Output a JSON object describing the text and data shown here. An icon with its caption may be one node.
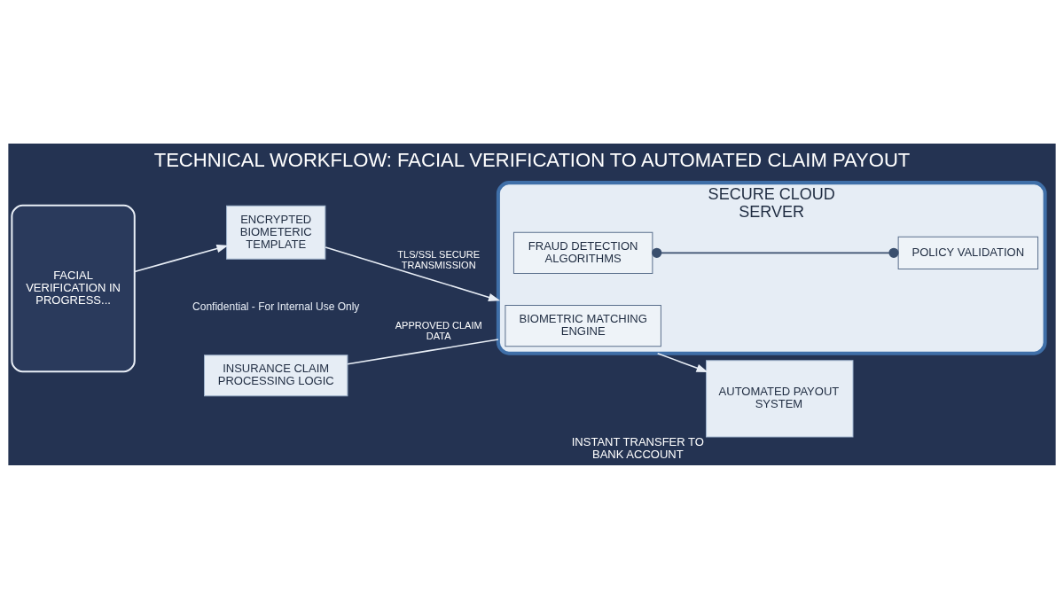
{
  "diagram": {
    "title": "TECHNICAL WORKFLOW: FACIAL VERIFICATION TO AUTOMATED CLAIM PAYOUT",
    "nodes": [
      {
        "text": [
          "FACIAL VERIFICATION IN PROGRESS..."
        ]
      },
      {
        "text": [
          "ENCRYPTED BIOMETERIC TEMPLATE"
        ]
      },
      {
        "text": [
          "SECURE CLOUD SERVER"
        ]
      },
      {
        "text": [
          "BIOMETRIC MATCHING ENGINE"
        ],
        "in": 2
      },
      {
        "text": [
          "FRAUD DETECTION ALGORITHMS"
        ],
        "in": 2
      },
      {
        "text": [
          "POLICY VALIDATION"
        ],
        "in": 2
      },
      {
        "text": [
          "INSURANCE CLAIM PROCESSING LOGIC"
        ]
      },
      {
        "text": [
          "AUTOMATED PAYOUT SYSTEM"
        ],
        "beside": [
          "INSTANT TRANSFER TO BANK ACCOUNT"
        ]
      }
    ],
    "edges": [
      {
        "from": 0,
        "to": 1,
        "arrow": "to"
      },
      {
        "from": 1,
        "to": 2,
        "arrow": "to",
        "label": "TLS/SSL SECURE TRANSMISSION"
      },
      {
        "from": 4,
        "to": 5,
        "arrow": "other",
        "color": "#3a4f6e"
      },
      {
        "from": 2,
        "to": 7,
        "arrow": "to"
      },
      {
        "from": 6,
        "to": 2,
        "arrow": "none",
        "label": "APPROVED CLAIM DATA"
      }
    ],
    "labels": [
      "Confidential - For Internal Use Only"
    ]
  }
}
